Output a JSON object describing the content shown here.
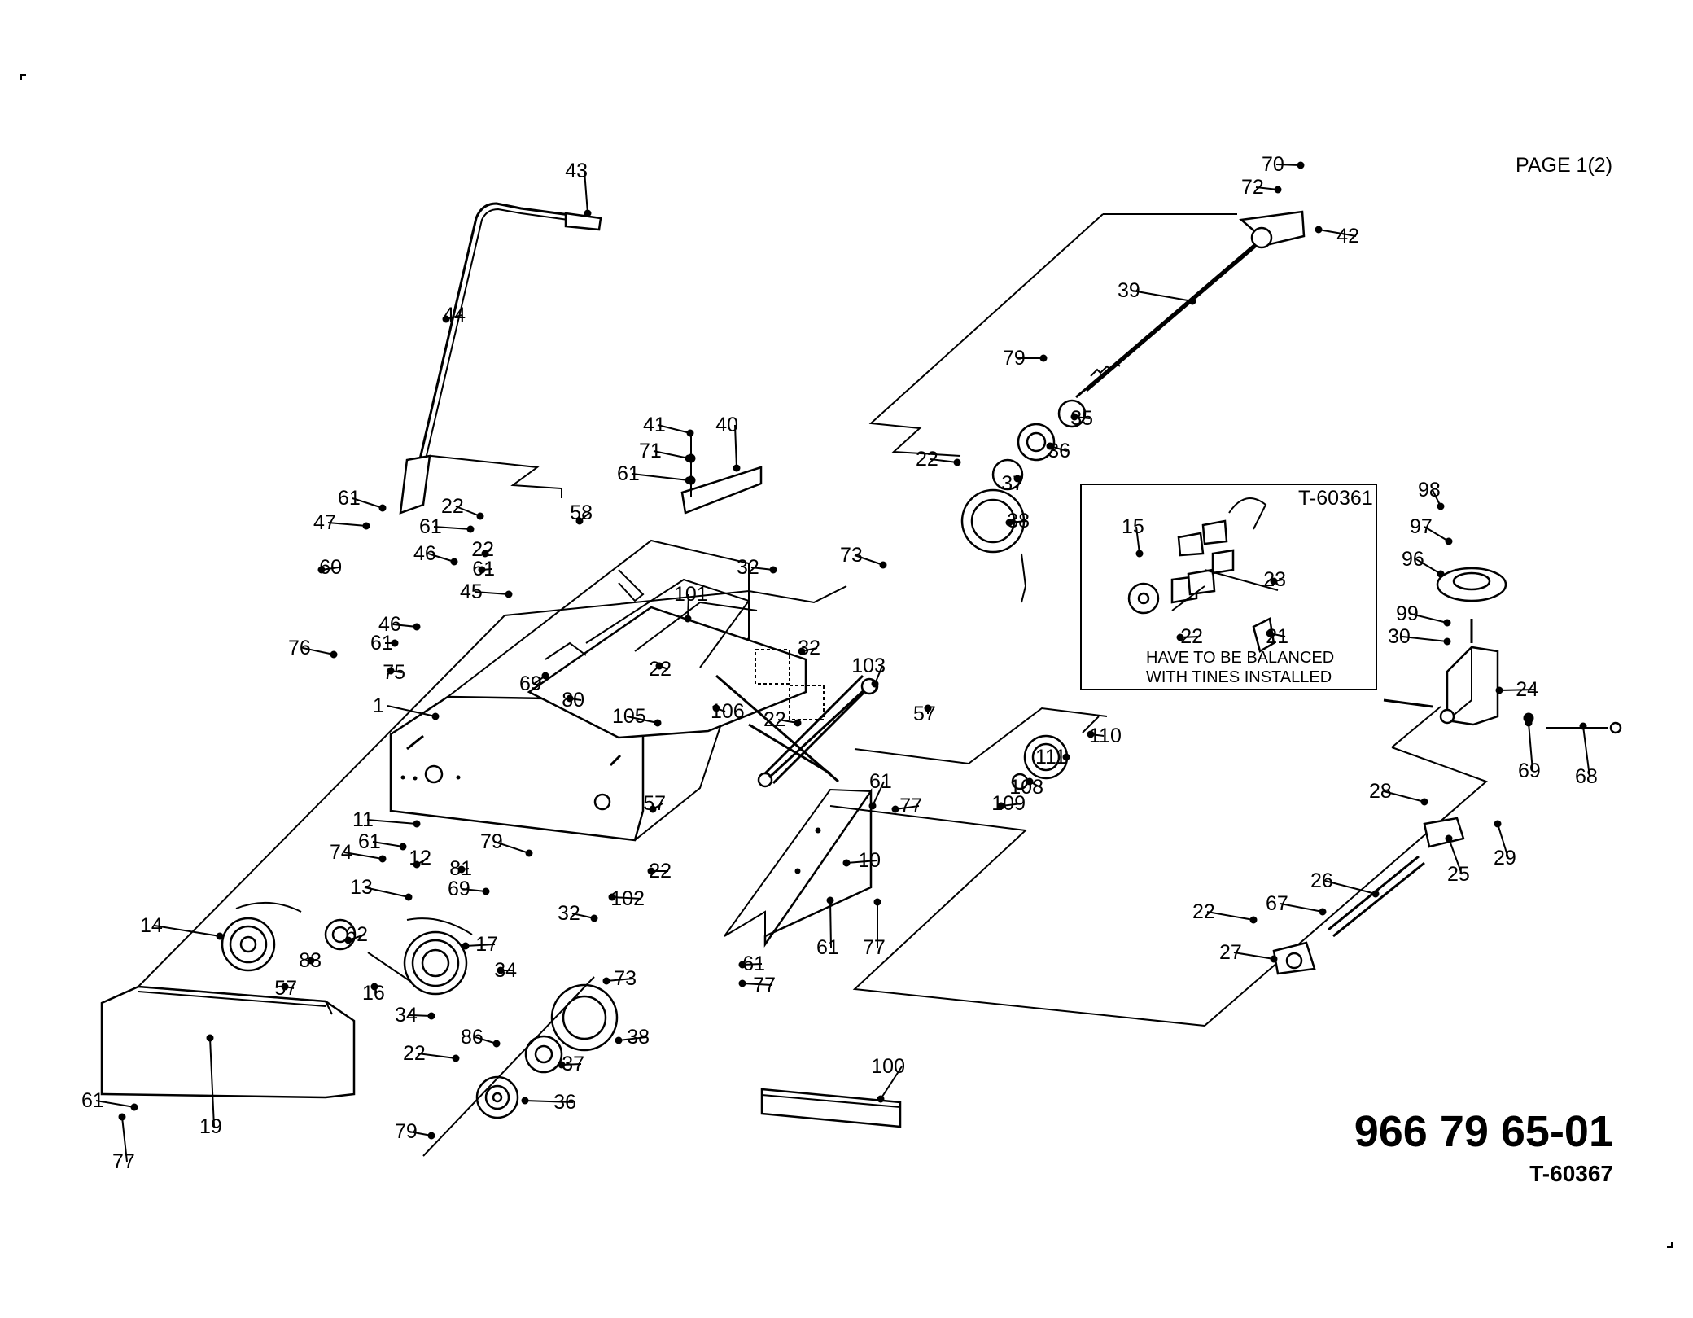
{
  "page_label": "PAGE  1(2)",
  "part_number": "966 79 65-01",
  "drawing_number": "T-60367",
  "inset": {
    "title": "T-60361",
    "note_line1": "HAVE TO BE BALANCED",
    "note_line2": "WITH TINES INSTALLED"
  },
  "callouts": {
    "c1": "1",
    "c10": "10",
    "c11": "11",
    "c12": "12",
    "c13": "13",
    "c14": "14",
    "c15": "15",
    "c16": "16",
    "c17": "17",
    "c19": "19",
    "c21": "21",
    "c22a": "22",
    "c22b": "22",
    "c22c": "22",
    "c22d": "22",
    "c22e": "22",
    "c22f": "22",
    "c22g": "22",
    "c22h": "22",
    "c22i": "22",
    "c23": "23",
    "c24": "24",
    "c25": "25",
    "c26": "26",
    "c27": "27",
    "c28": "28",
    "c29": "29",
    "c30": "30",
    "c32a": "32",
    "c32b": "32",
    "c32c": "32",
    "c34a": "34",
    "c34b": "34",
    "c35": "35",
    "c36a": "36",
    "c36b": "36",
    "c37a": "37",
    "c37b": "37",
    "c38a": "38",
    "c38b": "38",
    "c39": "39",
    "c40": "40",
    "c41": "41",
    "c42": "42",
    "c43": "43",
    "c44": "44",
    "c45": "45",
    "c46a": "46",
    "c46b": "46",
    "c47": "47",
    "c57a": "57",
    "c57b": "57",
    "c57c": "57",
    "c58": "58",
    "c60": "60",
    "c61a": "61",
    "c61b": "61",
    "c61c": "61",
    "c61d": "61",
    "c61e": "61",
    "c61f": "61",
    "c61g": "61",
    "c61h": "61",
    "c61i": "61",
    "c61j": "61",
    "c62": "62",
    "c67": "67",
    "c68": "68",
    "c69a": "69",
    "c69b": "69",
    "c69c": "69",
    "c70": "70",
    "c71": "71",
    "c72": "72",
    "c73a": "73",
    "c73b": "73",
    "c74": "74",
    "c75": "75",
    "c76": "76",
    "c77a": "77",
    "c77b": "77",
    "c77c": "77",
    "c77d": "77",
    "c79a": "79",
    "c79b": "79",
    "c79c": "79",
    "c80": "80",
    "c81": "81",
    "c83": "83",
    "c86": "86",
    "c96": "96",
    "c97": "97",
    "c98": "98",
    "c99": "99",
    "c100": "100",
    "c101": "101",
    "c102": "102",
    "c103": "103",
    "c105": "105",
    "c106": "106",
    "c108": "108",
    "c109": "109",
    "c110": "110",
    "c111": "111"
  }
}
